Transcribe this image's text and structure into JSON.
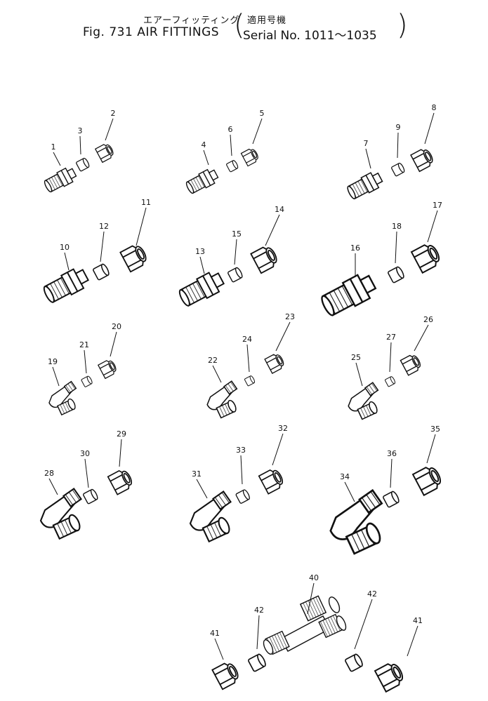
{
  "header": {
    "jp_title": "エアーフィッティング",
    "jp_serial": "適用号機",
    "title": "Fig. 731 AIR FITTINGS",
    "serial": "Serial No. 1011～1035"
  },
  "part_labels": [
    "1",
    "2",
    "3",
    "4",
    "5",
    "6",
    "7",
    "8",
    "9",
    "10",
    "11",
    "12",
    "13",
    "14",
    "15",
    "16",
    "17",
    "18",
    "19",
    "20",
    "21",
    "22",
    "23",
    "24",
    "25",
    "26",
    "27",
    "28",
    "29",
    "30",
    "31",
    "32",
    "33",
    "34",
    "35",
    "36",
    "40",
    "41",
    "42",
    "41",
    "42"
  ]
}
